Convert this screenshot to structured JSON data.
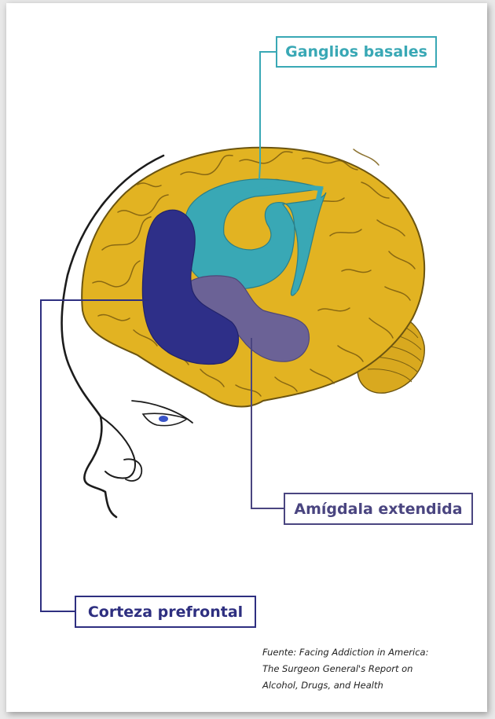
{
  "labels": {
    "basal_ganglia": "Ganglios basales",
    "amygdala": "Amígdala extendida",
    "prefrontal": "Corteza prefrontal"
  },
  "source": {
    "line1": "Fuente: Facing Addiction in America:",
    "line2": "The Surgeon General's Report on",
    "line3": "Alcohol, Drugs, and Health"
  },
  "colors": {
    "brain": "#e2b322",
    "basal_ganglia": "#39a8b5",
    "amygdala": "#6b6296",
    "prefrontal": "#2e2f88",
    "eye": "#3a55c8"
  }
}
